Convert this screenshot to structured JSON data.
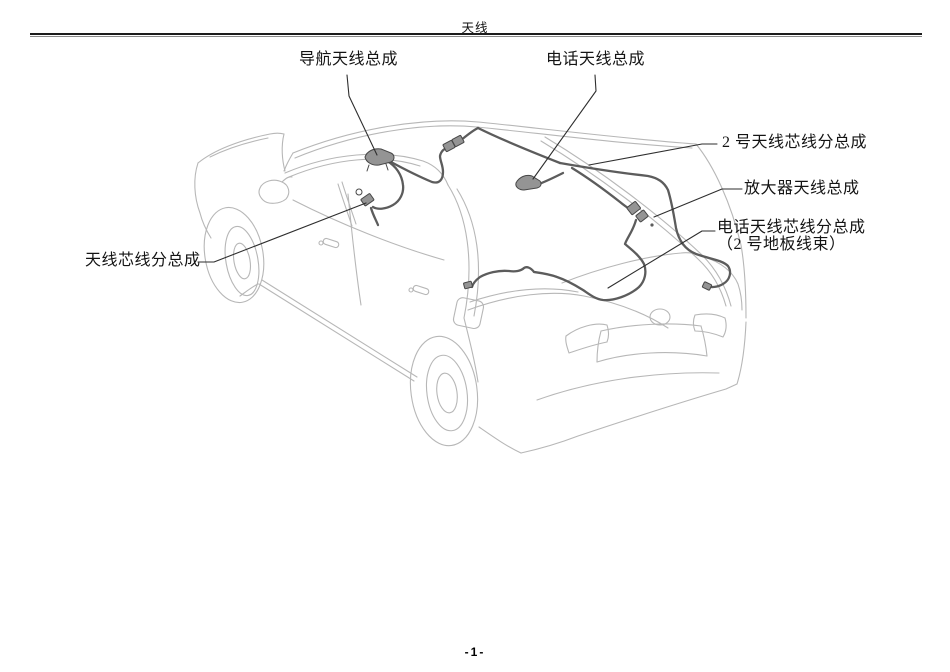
{
  "page": {
    "title": "天线",
    "page_number": "-1-"
  },
  "diagram": {
    "labels": {
      "nav_antenna": "导航天线总成",
      "phone_antenna": "电话天线总成",
      "antenna_core_2": "2 号天线芯线分总成",
      "amplifier_antenna": "放大器天线总成",
      "phone_core_line1": "电话天线芯线分总成",
      "phone_core_line2": "（2 号地板线束）",
      "antenna_core": "天线芯线分总成"
    },
    "colors": {
      "car_outline": "#b7b7b7",
      "cable": "#5c5c5c",
      "leader": "#2e2e2e",
      "connector": "#949494"
    }
  }
}
